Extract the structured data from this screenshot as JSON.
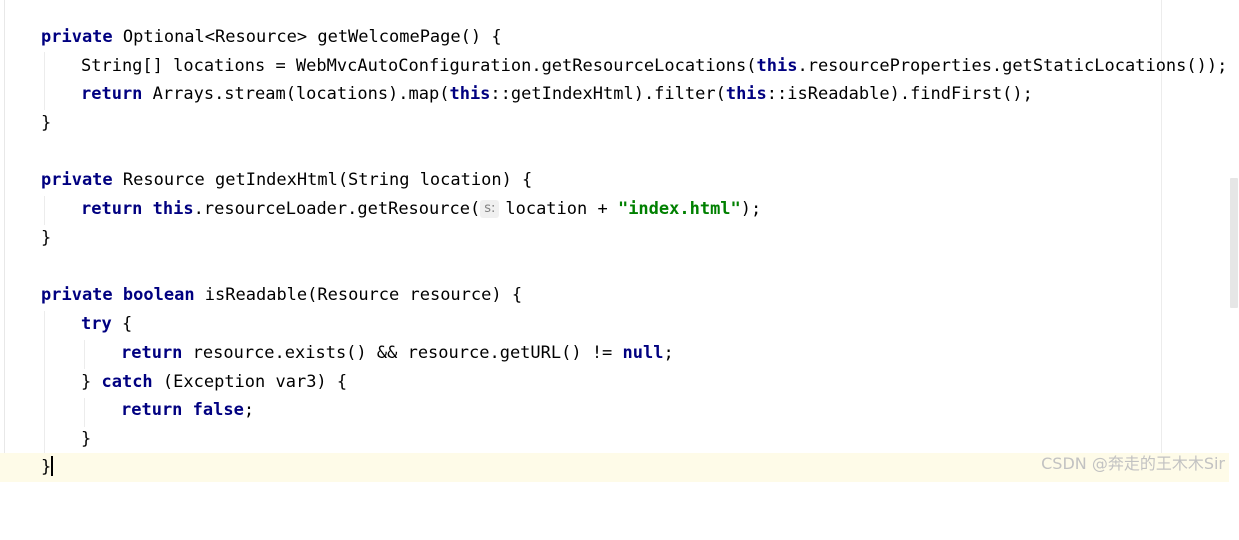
{
  "colors": {
    "keyword": "#000080",
    "string": "#008000",
    "current_line": "#fefbe8",
    "hint_bg": "#f0f0f0",
    "hint_text": "#808080"
  },
  "code": {
    "l1": {
      "kw1": "private",
      "rest": " Optional<Resource> getWelcomePage() {"
    },
    "l2": {
      "a": "String[] locations = WebMvcAutoConfiguration.getResourceLocations(",
      "kw": "this",
      "b": ".resourceProperties.getStaticLocations());"
    },
    "l3": {
      "kw1": "return",
      "a": " Arrays.stream(locations).map(",
      "kw2": "this",
      "b": "::getIndexHtml).filter(",
      "kw3": "this",
      "c": "::isReadable).findFirst();"
    },
    "l4": {
      "text": "}"
    },
    "l6": {
      "kw1": "private",
      "rest": " Resource getIndexHtml(String location) {"
    },
    "l7": {
      "kw1": "return",
      "sp": " ",
      "kw2": "this",
      "a": ".resourceLoader.getResource(",
      "hint": "s:",
      "b": "location + ",
      "str": "\"index.html\"",
      "c": ");"
    },
    "l8": {
      "text": "}"
    },
    "l10": {
      "kw1": "private",
      "sp": " ",
      "kw2": "boolean",
      "rest": " isReadable(Resource resource) {"
    },
    "l11": {
      "kw": "try",
      "rest": " {"
    },
    "l12": {
      "kw1": "return",
      "a": " resource.exists() && resource.getURL() != ",
      "kw2": "null",
      "b": ";"
    },
    "l13": {
      "a": "} ",
      "kw": "catch",
      "b": " (Exception var3) {"
    },
    "l14": {
      "kw1": "return",
      "sp": " ",
      "kw2": "false",
      "b": ";"
    },
    "l15": {
      "text": "}"
    },
    "l16": {
      "text": "}"
    }
  },
  "watermark": "CSDN @奔走的王木木Sir"
}
